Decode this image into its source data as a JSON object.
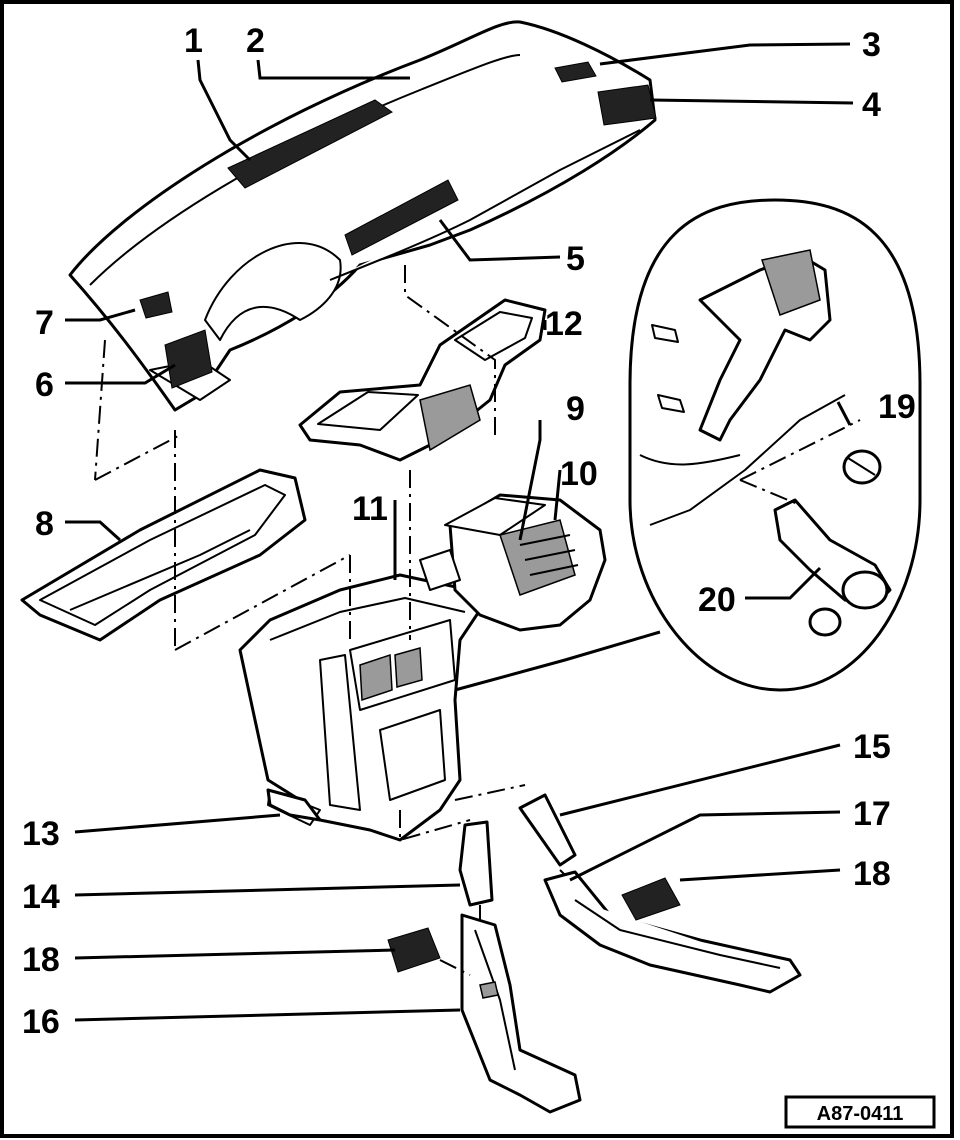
{
  "diagram": {
    "callouts": [
      "1",
      "2",
      "3",
      "4",
      "5",
      "6",
      "7",
      "8",
      "9",
      "10",
      "11",
      "12",
      "13",
      "14",
      "15",
      "16",
      "17",
      "18",
      "18",
      "19",
      "20"
    ],
    "reference": "A87-0411"
  }
}
